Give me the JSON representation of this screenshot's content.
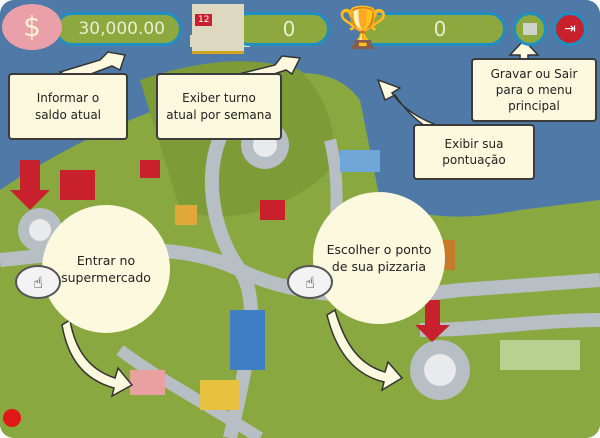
{
  "hud": {
    "balance": "30,000.00",
    "calendar_day": "12",
    "turn": "0",
    "score": "0",
    "icons": [
      "piggy-bank-icon",
      "calendar-icon",
      "trophy-icon",
      "save-icon",
      "exit-door-icon"
    ]
  },
  "tutorial": {
    "balance_hint": "Informar o\nsaldo atual",
    "turn_hint": "Exiber turno\natual por semana",
    "score_hint": "Exibir sua\npontuação",
    "menu_hint": "Gravar ou Sair\npara o menu\nprincipal",
    "supermarket_hint": "Entrar no\nsupermercado",
    "pizzeria_hint": "Escolher o ponto\nde sua pizzaria"
  },
  "colors": {
    "water": "#4f7aa8",
    "land": "#8aa840",
    "pill": "#8ca83e",
    "pill_border": "#1f8fc2",
    "callout": "#fcf9de",
    "exit": "#c8202c"
  }
}
